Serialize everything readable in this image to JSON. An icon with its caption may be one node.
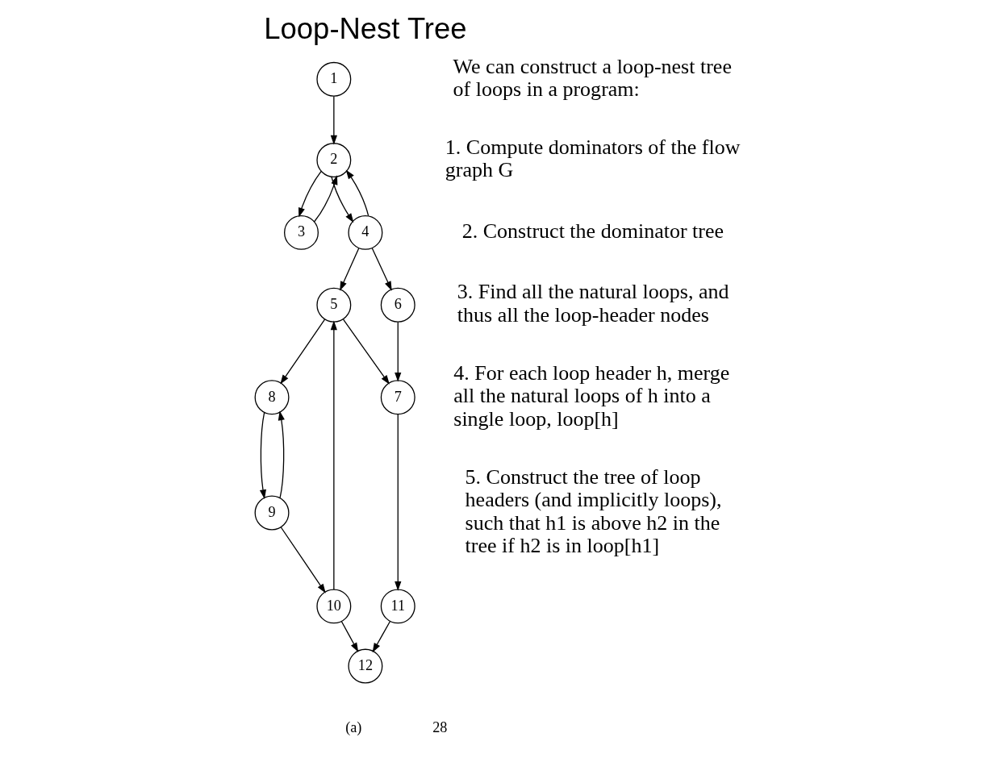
{
  "diagram": {
    "title": "Loop-Nest Tree",
    "nodes": [
      {
        "text": [
          "1"
        ]
      },
      {
        "text": [
          "2"
        ]
      },
      {
        "text": [
          "3"
        ]
      },
      {
        "text": [
          "4"
        ]
      },
      {
        "text": [
          "5"
        ]
      },
      {
        "text": [
          "6"
        ]
      },
      {
        "text": [
          "8"
        ]
      },
      {
        "text": [
          "7"
        ]
      },
      {
        "text": [
          "9"
        ]
      },
      {
        "text": [
          "11"
        ]
      },
      {
        "text": [
          "10"
        ]
      },
      {
        "text": [
          "12"
        ]
      }
    ],
    "edges": [
      {
        "from": 0,
        "to": 1,
        "arrow": "to"
      },
      {
        "from": 1,
        "to": 2,
        "arrow": "to"
      },
      {
        "from": 2,
        "to": 1,
        "arrow": "to"
      },
      {
        "from": 1,
        "to": 3,
        "arrow": "to"
      },
      {
        "from": 3,
        "to": 1,
        "arrow": "to"
      },
      {
        "from": 3,
        "to": 4,
        "arrow": "to"
      },
      {
        "from": 3,
        "to": 5,
        "arrow": "to"
      },
      {
        "from": 4,
        "to": 6,
        "arrow": "to"
      },
      {
        "from": 4,
        "to": 7,
        "arrow": "to"
      },
      {
        "from": 5,
        "to": 7,
        "arrow": "to"
      },
      {
        "from": 6,
        "to": 8,
        "arrow": "to"
      },
      {
        "from": 8,
        "to": 6,
        "arrow": "to"
      },
      {
        "from": 8,
        "to": 10,
        "arrow": "to"
      },
      {
        "from": 10,
        "to": 4,
        "arrow": "to"
      },
      {
        "from": 7,
        "to": 9,
        "arrow": "to"
      },
      {
        "from": 9,
        "to": 11,
        "arrow": "to"
      },
      {
        "from": 10,
        "to": 11,
        "arrow": "to"
      }
    ],
    "labels": [
      "We can construct a loop-nest tree of loops in a program:",
      "1. Compute dominators of the flow graph G",
      "2. Construct the dominator tree",
      "3. Find all the natural loops, and thus all the loop-header nodes",
      "4. For each loop header h, merge all the natural loops of h into a single loop, loop[h]",
      "5. Construct the tree of loop headers (and implicitly loops), such that h1 is above h2 in the tree if h2 is in loop[h1]",
      "(a)",
      "28"
    ]
  }
}
